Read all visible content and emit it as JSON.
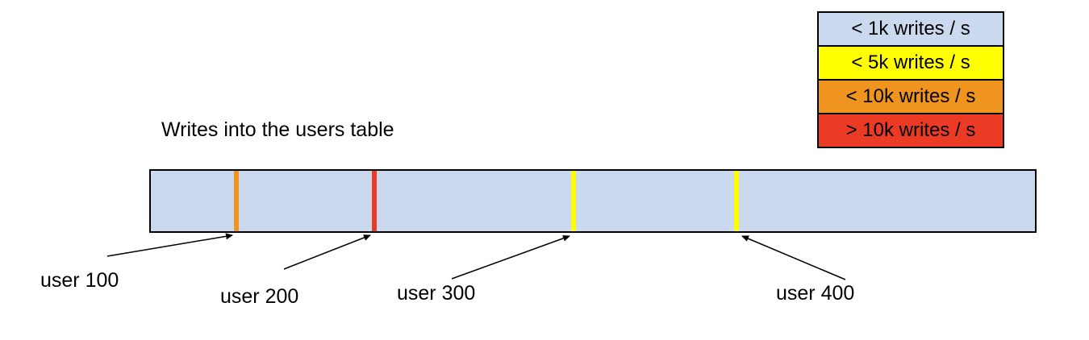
{
  "title": "Writes into the users table",
  "legend": {
    "items": [
      {
        "label": "< 1k writes / s",
        "color": "#CBD9EF"
      },
      {
        "label": "< 5k writes / s",
        "color": "#FFFF00"
      },
      {
        "label": "< 10k writes / s",
        "color": "#EF941F"
      },
      {
        "label": "> 10k writes / s",
        "color": "#EC3B24"
      }
    ]
  },
  "bar": {
    "fill": "#CBD9EF"
  },
  "markers": [
    {
      "label": "user 100",
      "color": "#EF941F",
      "rate_class": "< 10k writes / s"
    },
    {
      "label": "user 200",
      "color": "#EC3B24",
      "rate_class": "> 10k writes / s"
    },
    {
      "label": "user 300",
      "color": "#FFFF00",
      "rate_class": "< 5k writes / s"
    },
    {
      "label": "user 400",
      "color": "#FFFF00",
      "rate_class": "< 5k writes / s"
    }
  ]
}
